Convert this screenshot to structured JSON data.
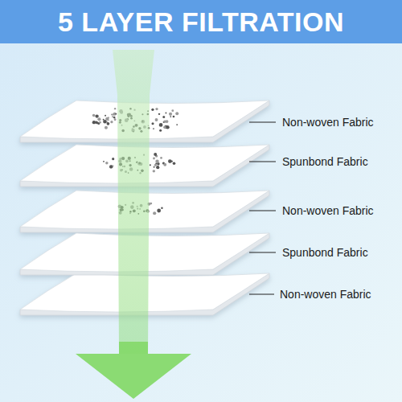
{
  "diagram": {
    "title": "5 LAYER FILTRATION",
    "labels": [
      "Non-woven Fabric",
      "Spunbond Fabric",
      "Non-woven Fabric",
      "Spunbond Fabric",
      "Non-woven Fabric"
    ]
  }
}
